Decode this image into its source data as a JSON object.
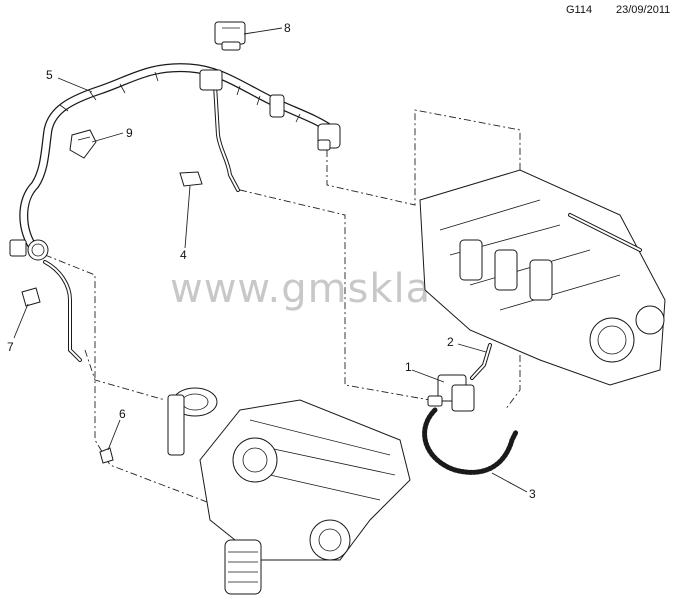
{
  "header": {
    "code": "G114",
    "date": "23/09/2011"
  },
  "watermark": "www.gmsklad.ru",
  "callouts": [
    "1",
    "2",
    "3",
    "4",
    "5",
    "6",
    "7",
    "8",
    "9"
  ]
}
